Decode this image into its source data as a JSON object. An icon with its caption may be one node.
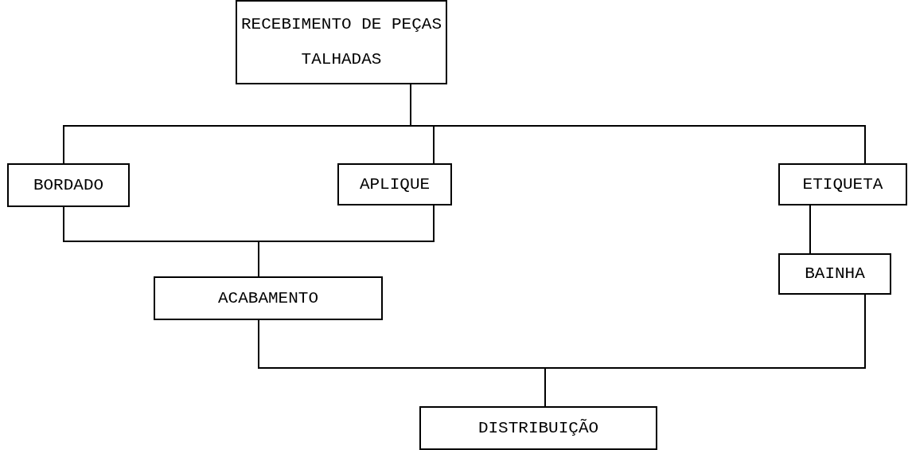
{
  "diagram": {
    "nodes": [
      {
        "text": [
          "RECEBIMENTO DE PEÇAS TALHADAS"
        ]
      },
      {
        "text": [
          "BORDADO"
        ]
      },
      {
        "text": [
          "APLIQUE"
        ]
      },
      {
        "text": [
          "ETIQUETA"
        ]
      },
      {
        "text": [
          "BAINHA"
        ]
      },
      {
        "text": [
          "ACABAMENTO"
        ]
      },
      {
        "text": [
          "DISTRIBUIÇÃO"
        ]
      }
    ],
    "edges": [
      {
        "from": 0,
        "to": 1,
        "arrow": "none"
      },
      {
        "from": 0,
        "to": 2,
        "arrow": "none"
      },
      {
        "from": 0,
        "to": 3,
        "arrow": "none"
      },
      {
        "from": 1,
        "to": 5,
        "arrow": "none"
      },
      {
        "from": 2,
        "to": 5,
        "arrow": "none"
      },
      {
        "from": 3,
        "to": 4,
        "arrow": "none"
      },
      {
        "from": 5,
        "to": 6,
        "arrow": "none"
      },
      {
        "from": 4,
        "to": 6,
        "arrow": "none"
      }
    ]
  }
}
